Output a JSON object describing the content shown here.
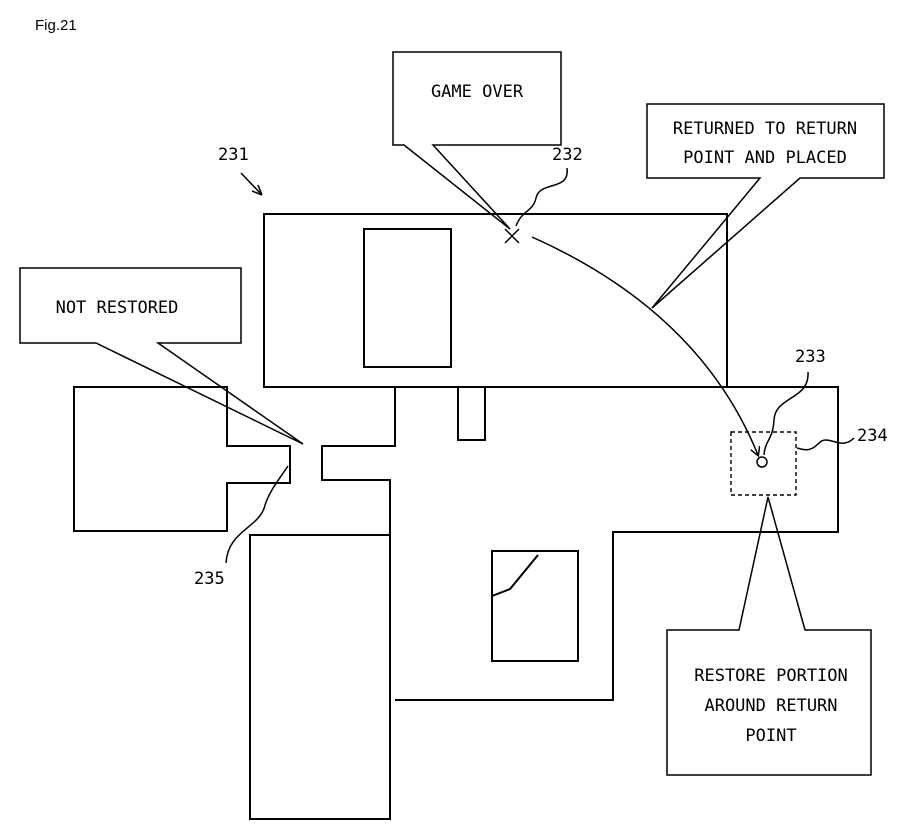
{
  "figure_label": "Fig.21",
  "callouts": {
    "game_over": "GAME OVER",
    "returned": [
      "RETURNED TO RETURN",
      "POINT AND PLACED"
    ],
    "not_restored": "NOT RESTORED",
    "restore_portion": [
      "RESTORE PORTION",
      "AROUND RETURN",
      "POINT"
    ]
  },
  "references": {
    "r231": "231",
    "r232": "232",
    "r233": "233",
    "r234": "234",
    "r235": "235"
  }
}
